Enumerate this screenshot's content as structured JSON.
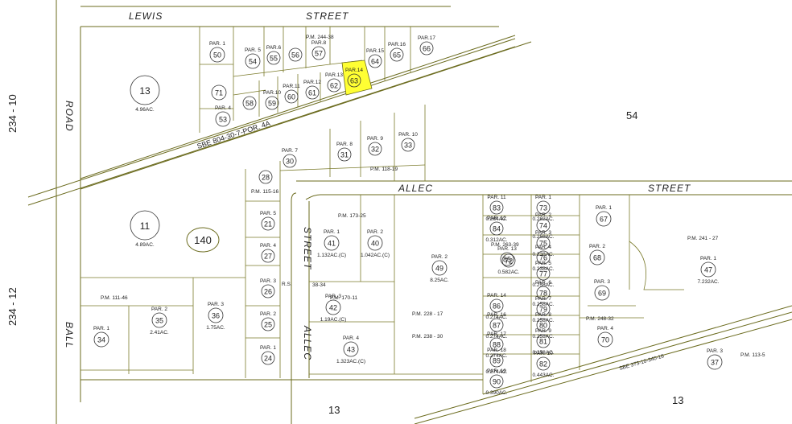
{
  "streets": {
    "lewis": "LEWIS",
    "street_top": "STREET",
    "allec_top": "ALLEC",
    "allec_street_right": "STREET",
    "allec_vertical_1": "STREET",
    "allec_vertical_2": "ALLEC",
    "road": "ROAD",
    "ball": "BALL"
  },
  "page_refs": {
    "left_top": "234 - 10",
    "left_bottom": "234 - 12",
    "book_54": "54",
    "book_13_center": "13",
    "book_13_right": "13",
    "book_140": "140"
  },
  "rail": {
    "label_upper": "SBE 804-30-7-POR. 4A",
    "label_lower": "SBE 373-10-340-16"
  },
  "parcels_left": [
    {
      "num": "13",
      "acres": "4.96AC."
    },
    {
      "num": "11",
      "acres": "4.89AC."
    },
    {
      "num": "71",
      "par": ""
    },
    {
      "num": "53",
      "par": "PAR. 4"
    },
    {
      "num": "50",
      "par": "PAR. 1"
    },
    {
      "num": "54",
      "par": "PAR. 5"
    },
    {
      "num": "55",
      "par": "PAR.6"
    },
    {
      "num": "56",
      "par": ""
    },
    {
      "num": "57",
      "par": "PAR.8"
    },
    {
      "num": "58",
      "par": ""
    },
    {
      "num": "59",
      "par": "PAR.10"
    },
    {
      "num": "60",
      "par": "PAR.11"
    },
    {
      "num": "61",
      "par": "PAR.12"
    },
    {
      "num": "62",
      "par": "PAR.13"
    },
    {
      "num": "63",
      "par": "PAR.14"
    },
    {
      "num": "64",
      "par": "PAR.15"
    },
    {
      "num": "65",
      "par": "PAR.16"
    },
    {
      "num": "66",
      "par": "PAR.17"
    }
  ],
  "pm_top": "P.M. 244-38",
  "parcels_mid": [
    {
      "num": "28",
      "par": ""
    },
    {
      "num": "30",
      "par": "PAR. 7"
    },
    {
      "num": "31",
      "par": "PAR. 8"
    },
    {
      "num": "32",
      "par": "PAR. 9"
    },
    {
      "num": "33",
      "par": "PAR. 10"
    }
  ],
  "pm_118": "P.M. 118-19",
  "pm_115": "P.M. 115-16",
  "parcels_allec_west": [
    {
      "num": "21",
      "par": "PAR. 5"
    },
    {
      "num": "27",
      "par": "PAR. 4"
    },
    {
      "num": "26",
      "par": "PAR. 3"
    },
    {
      "num": "25",
      "par": "PAR. 2"
    },
    {
      "num": "24",
      "par": "PAR. 1"
    }
  ],
  "parcels_sw": [
    {
      "num": "34",
      "par": "PAR. 1"
    },
    {
      "num": "35",
      "par": "PAR. 2",
      "acres": "2.41AC."
    },
    {
      "num": "36",
      "par": "PAR. 3",
      "acres": "1.75AC."
    }
  ],
  "pm_111": "P.M. 111-46",
  "parcels_east_block": [
    {
      "num": "41",
      "par": "PAR. 1",
      "acres": "1.132AC.(C)"
    },
    {
      "num": "40",
      "par": "PAR. 2",
      "acres": "1.042AC.(C)"
    },
    {
      "num": "42",
      "par": "PAR. 3",
      "acres": "1.19AC.(C)"
    },
    {
      "num": "43",
      "par": "PAR. 4",
      "acres": "1.323AC.(C)"
    },
    {
      "num": "49",
      "par": "PAR. 2",
      "acres": "8.25AC."
    }
  ],
  "pm_173": "P.M. 173-25",
  "pm_170": "P.M. 170-11",
  "pm_38": "38-34",
  "pm_228": "P.M. 228 - 17",
  "pm_238": "P.M. 238 - 30",
  "pm_263": "P.M. 263-39",
  "parcels_small": [
    {
      "num": "83",
      "par": "PAR. 11",
      "acres": "0.264AC."
    },
    {
      "num": "84",
      "par": "PAR. 12",
      "acres": "0.312AC."
    },
    {
      "num": "85",
      "par": "PAR. 13"
    },
    {
      "num": "86",
      "par": "PAR. 14",
      "acres": "0.274AC."
    },
    {
      "num": "87",
      "par": "PAR. 16",
      "acres": "0.274AC."
    },
    {
      "num": "88",
      "par": "PAR. 17",
      "acres": "0.274AC."
    },
    {
      "num": "89",
      "par": "PAR. 18",
      "acres": "0.274AC."
    },
    {
      "num": "90",
      "par": "PAR. 19",
      "acres": "0.390AC."
    },
    {
      "num": "72",
      "par": "",
      "acres": "0.582AC."
    },
    {
      "num": "73",
      "par": "PAR. 1",
      "acres": "0.282AC."
    },
    {
      "num": "74",
      "par": "PAR. 2",
      "acres": "0.258AC."
    },
    {
      "num": "75",
      "par": "PAR. 3",
      "acres": "0.238AC."
    },
    {
      "num": "76",
      "par": "PAR. 4",
      "acres": "0.238AC."
    },
    {
      "num": "77",
      "par": "PAR. 5",
      "acres": "0.258AC."
    },
    {
      "num": "78",
      "par": "PAR. 6",
      "acres": "0.258AC."
    },
    {
      "num": "79",
      "par": "PAR. 7",
      "acres": "0.258AC."
    },
    {
      "num": "80",
      "par": "PAR. 8",
      "acres": "0.258AC."
    },
    {
      "num": "81",
      "par": "PAR. 9",
      "acres": "0.258AC."
    },
    {
      "num": "82",
      "par": "PAR. 10",
      "acres": "0.443AC."
    }
  ],
  "parcels_east": [
    {
      "num": "67",
      "par": "PAR. 1"
    },
    {
      "num": "68",
      "par": "PAR. 2"
    },
    {
      "num": "69",
      "par": "PAR. 3"
    },
    {
      "num": "70",
      "par": "PAR. 4"
    },
    {
      "num": "47",
      "par": "PAR. 1",
      "acres": "7.232AC."
    },
    {
      "num": "37",
      "par": "PAR. 3"
    }
  ],
  "pm_241": "P.M. 241 - 27",
  "pm_248": "P.M. 248-32",
  "pm_113": "P.M. 113-5",
  "rs": "R.S.",
  "colors": {
    "line": "#6b6b1e",
    "highlight": "#ffff33"
  }
}
